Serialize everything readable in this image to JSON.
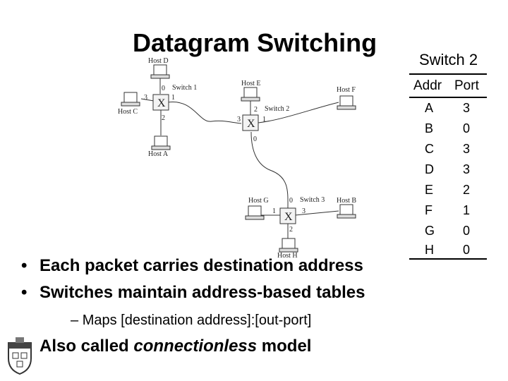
{
  "title": "Datagram Switching",
  "table": {
    "title": "Switch 2",
    "headers": [
      "Addr",
      "Port"
    ],
    "rows": [
      {
        "addr": "A",
        "port": "3"
      },
      {
        "addr": "B",
        "port": "0"
      },
      {
        "addr": "C",
        "port": "3"
      },
      {
        "addr": "D",
        "port": "3"
      },
      {
        "addr": "E",
        "port": "2"
      },
      {
        "addr": "F",
        "port": "1"
      },
      {
        "addr": "G",
        "port": "0"
      },
      {
        "addr": "H",
        "port": "0"
      }
    ]
  },
  "diagram": {
    "hosts": [
      "Host D",
      "Host C",
      "Host A",
      "Host E",
      "Host F",
      "Host G",
      "Host B",
      "Host H"
    ],
    "switches": [
      "Switch 1",
      "Switch 2",
      "Switch 3"
    ],
    "switch_symbol": "X",
    "ports": [
      "0",
      "1",
      "2",
      "3",
      "0",
      "1",
      "2",
      "3",
      "0",
      "1",
      "2",
      "3"
    ]
  },
  "bullets": [
    "Each packet carries destination address",
    "Switches maintain address-based tables"
  ],
  "sub_bullet": "Maps [destination address]:[out-port]",
  "last_bullet": {
    "before": "Also called ",
    "emph": "connectionless",
    "after": " model"
  },
  "bullet_marks": {
    "main": "•",
    "sub": "–"
  },
  "logo": "university-shield"
}
